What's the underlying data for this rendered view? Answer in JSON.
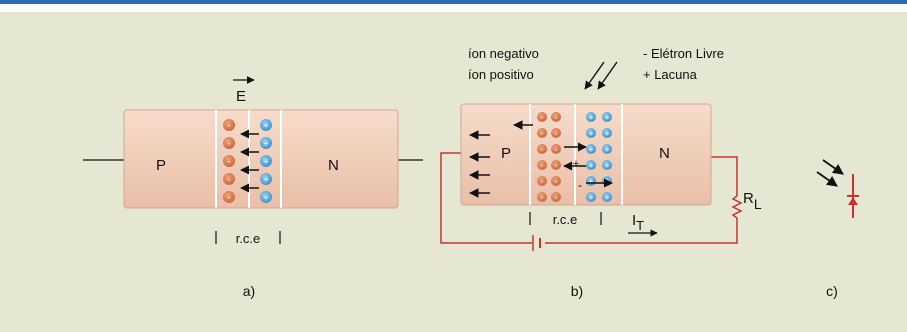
{
  "diagram_a": {
    "field_label": "E",
    "p_label": "P",
    "n_label": "N",
    "region_label": "r.c.e",
    "ion_negative_glyph": "-",
    "ion_positive_glyph": "+",
    "caption": "a)"
  },
  "diagram_b": {
    "legend_negative_ion": "íon negativo",
    "legend_positive_ion": "íon positivo",
    "legend_free_electron": "- Elétron Livre",
    "legend_hole": "+ Lacuna",
    "p_label": "P",
    "n_label": "N",
    "region_label": "r.c.e",
    "load_label_main": "R",
    "load_label_sub": "L",
    "current_label_main": "I",
    "current_label_sub": "T",
    "carrier_plus": "+",
    "carrier_minus": "-",
    "caption": "b)"
  },
  "diagram_c": {
    "caption": "c)"
  },
  "colors": {
    "background": "#e6e7d3",
    "crystal": "#f1cdb9",
    "negative_ion": "#d9784e",
    "positive_ion": "#4fa6d8",
    "circuit_wire": "#c8332e",
    "top_rule": "#2f6bb3"
  }
}
